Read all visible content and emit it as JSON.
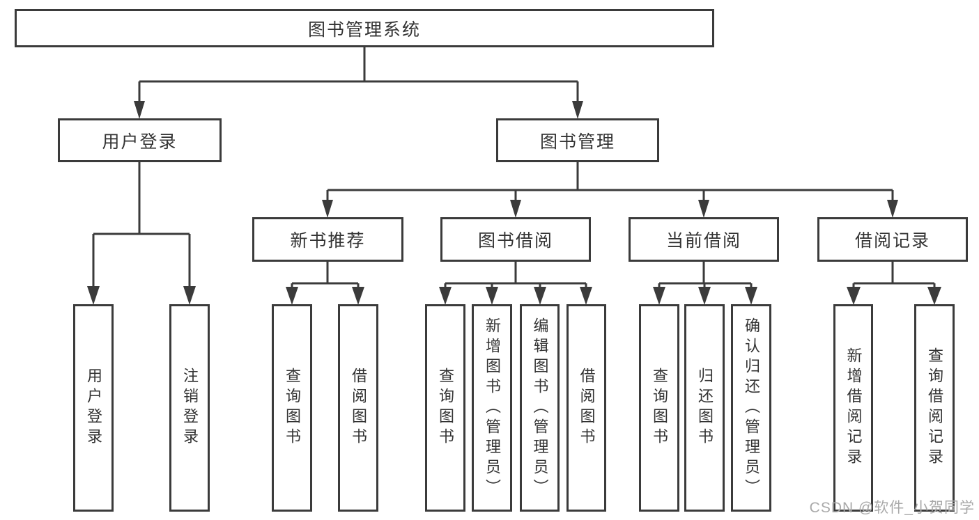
{
  "nodes": {
    "root": {
      "label": "图书管理系统"
    },
    "level1": [
      {
        "label": "用户登录"
      },
      {
        "label": "图书管理"
      }
    ],
    "level2": [
      {
        "label": "新书推荐"
      },
      {
        "label": "图书借阅"
      },
      {
        "label": "当前借阅"
      },
      {
        "label": "借阅记录"
      }
    ],
    "leaves": [
      {
        "label": "用户登录"
      },
      {
        "label": "注销登录"
      },
      {
        "label": "查询图书"
      },
      {
        "label": "借阅图书"
      },
      {
        "label": "查询图书"
      },
      {
        "label": "新增图书（管理员）"
      },
      {
        "label": "编辑图书（管理员）"
      },
      {
        "label": "借阅图书"
      },
      {
        "label": "查询图书"
      },
      {
        "label": "归还图书"
      },
      {
        "label": "确认归还（管理员）"
      },
      {
        "label": "新增借阅记录"
      },
      {
        "label": "查询借阅记录"
      }
    ]
  },
  "watermark": {
    "text": "CSDN @软件_小贺同学"
  },
  "colors": {
    "line": "#3b3b3b",
    "border": "#3b3b3b",
    "text": "#333333",
    "background": "#ffffff",
    "watermark": "#a9a9a9"
  }
}
